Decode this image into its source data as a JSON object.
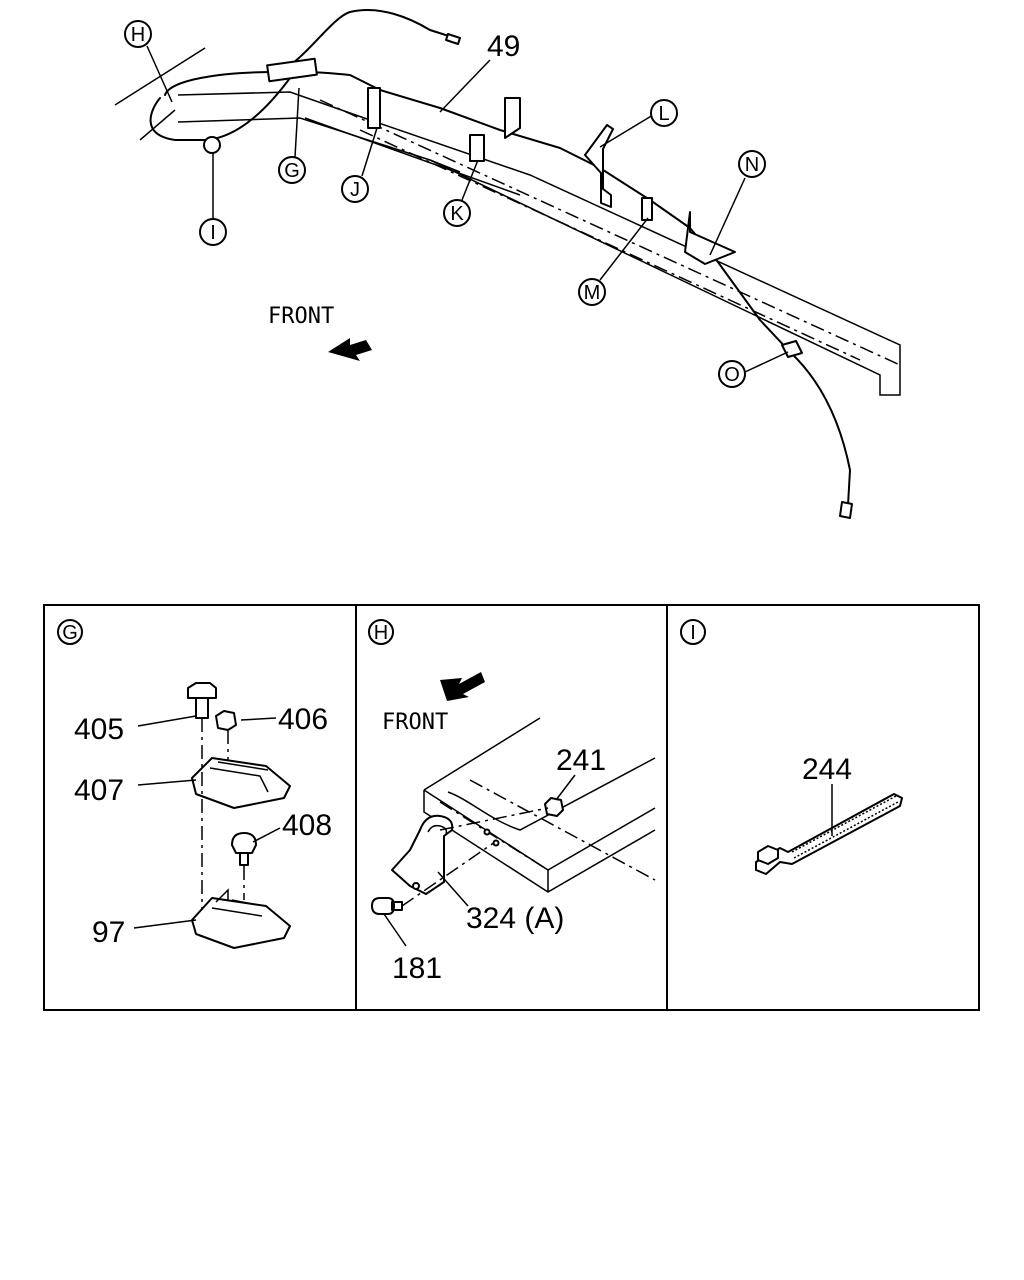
{
  "main": {
    "front_label": "FRONT",
    "cable_part": "49",
    "callouts": [
      "H",
      "G",
      "I",
      "J",
      "K",
      "L",
      "M",
      "N",
      "O"
    ]
  },
  "panels": [
    {
      "id": "G",
      "parts": [
        "405",
        "406",
        "407",
        "408",
        "97"
      ]
    },
    {
      "id": "H",
      "front_label": "FRONT",
      "parts": [
        "241",
        "324 (A)",
        "181"
      ]
    },
    {
      "id": "I",
      "parts": [
        "244"
      ]
    }
  ]
}
